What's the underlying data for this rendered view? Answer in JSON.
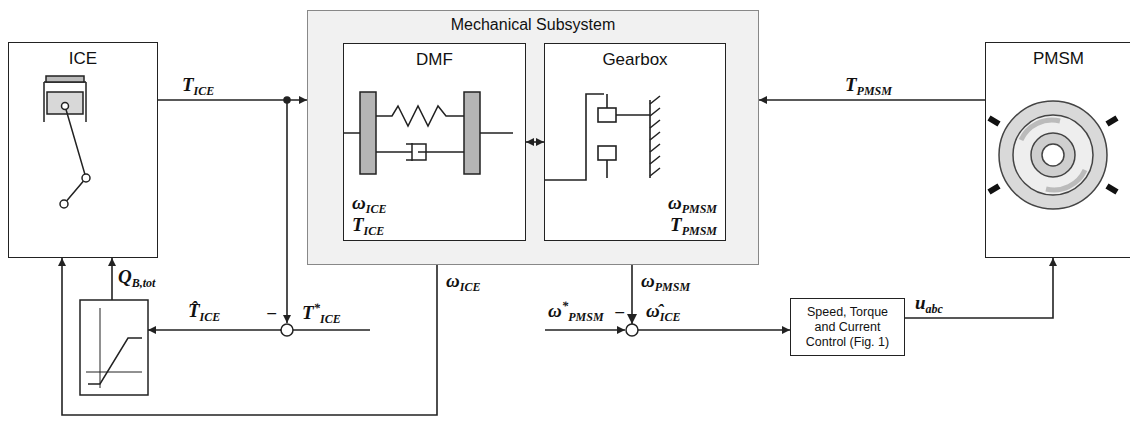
{
  "diagram": {
    "nodes": [
      {
        "text": [
          "ICE"
        ]
      },
      {
        "text": [
          "Mechanical Subsystem"
        ]
      },
      {
        "text": [
          "DMF",
          "ωICE",
          "TICE"
        ],
        "in": 1
      },
      {
        "text": [
          "Gearbox",
          "ωPMSM",
          "TPMSM"
        ],
        "in": 1
      },
      {
        "text": [
          "PMSM"
        ]
      },
      {
        "text": [
          "Speed, Torque and Current Control (Fig. 1)"
        ]
      }
    ],
    "edges": [
      {
        "from": 0,
        "to": 1,
        "arrow": "to"
      },
      {
        "from": 2,
        "to": 3,
        "arrow": "both"
      },
      {
        "from": 4,
        "to": 1,
        "arrow": "to"
      },
      {
        "from": 1,
        "to": 0,
        "arrow": "to"
      },
      {
        "from": 1,
        "to": 5,
        "arrow": "to"
      },
      {
        "from": 5,
        "to": 4,
        "arrow": "to"
      }
    ],
    "labels": [
      "TICE",
      "TPMSM",
      "QB,tot",
      "T̂ICE",
      "−",
      "T*ICE",
      "ωICE",
      "ωPMSM",
      "ω*PMSM",
      "−",
      "ω̂ICE",
      "uabc"
    ]
  }
}
